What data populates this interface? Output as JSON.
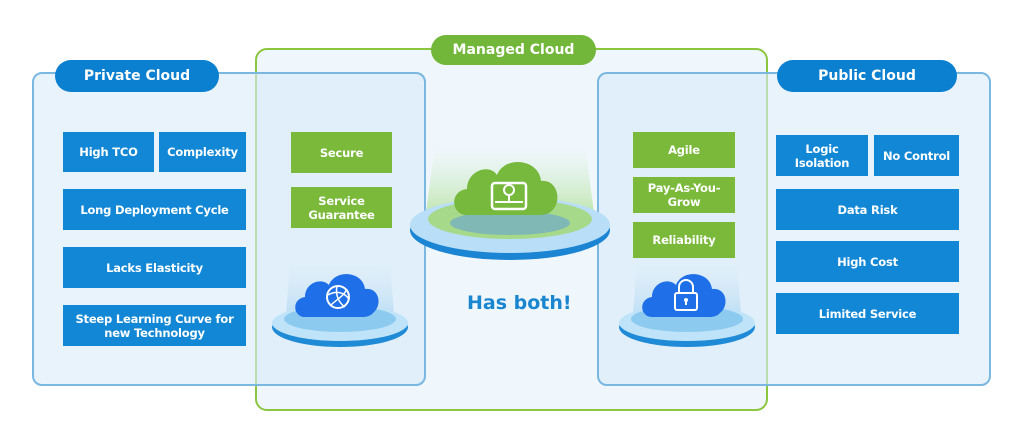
{
  "private_cloud": {
    "title": "Private Cloud",
    "items": [
      "High TCO",
      "Complexity",
      "Long Deployment Cycle",
      "Lacks Elasticity",
      "Steep Learning Curve for new Technology"
    ],
    "icon": "globe-cloud-icon"
  },
  "managed_cloud": {
    "title": "Managed Cloud",
    "left_items": [
      "Secure",
      "Service Guarantee"
    ],
    "right_items": [
      "Agile",
      "Pay-As-You-Grow",
      "Reliability"
    ],
    "caption": "Has both!",
    "icon": "storage-drive-cloud-icon"
  },
  "public_cloud": {
    "title": "Public Cloud",
    "items": [
      "Logic Isolation",
      "No Control",
      "Data Risk",
      "High Cost",
      "Limited Service"
    ],
    "icon": "lock-cloud-icon"
  },
  "colors": {
    "blue_accent": "#0b7fd0",
    "blue_tile": "#1187d6",
    "green_accent": "#72b73a",
    "green_tile": "#7ab93a",
    "panel_bg": "#e8f3fb"
  }
}
